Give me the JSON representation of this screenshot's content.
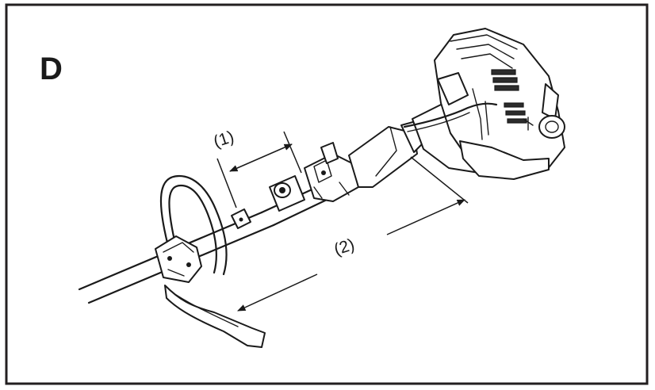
{
  "figure": {
    "letter": "D",
    "dimension_1": "(1)",
    "dimension_2": "(2)",
    "illustration": "line-drawing-of-string-trimmer-shaft-with-loop-handle-and-engine"
  }
}
